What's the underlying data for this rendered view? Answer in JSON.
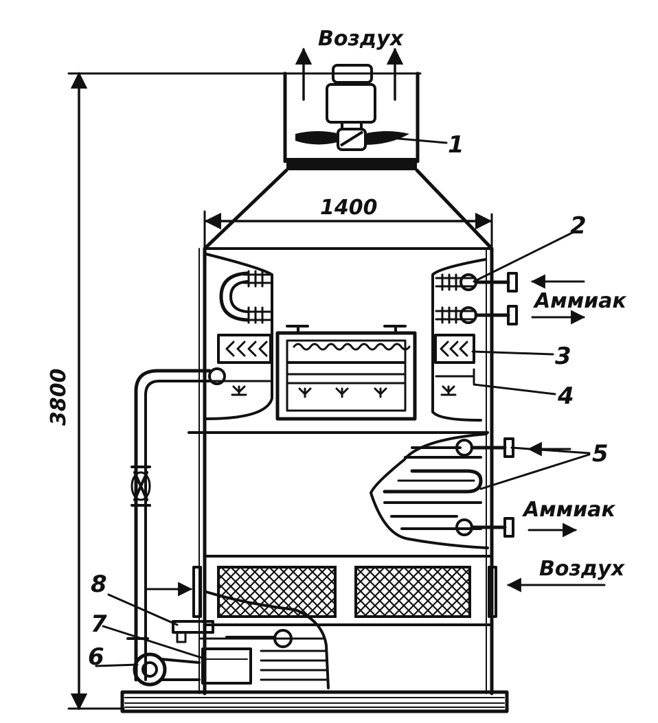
{
  "labels": {
    "air_top": "Воздух",
    "air_right": "Воздух",
    "ammonia_top": "Аммиак",
    "ammonia_bottom": "Аммиак",
    "width_dim": "1400",
    "height_dim": "3800",
    "callouts": [
      "1",
      "2",
      "3",
      "4",
      "5",
      "6",
      "7",
      "8"
    ]
  },
  "colors": {
    "ink": "#111111",
    "paper": "#ffffff"
  }
}
